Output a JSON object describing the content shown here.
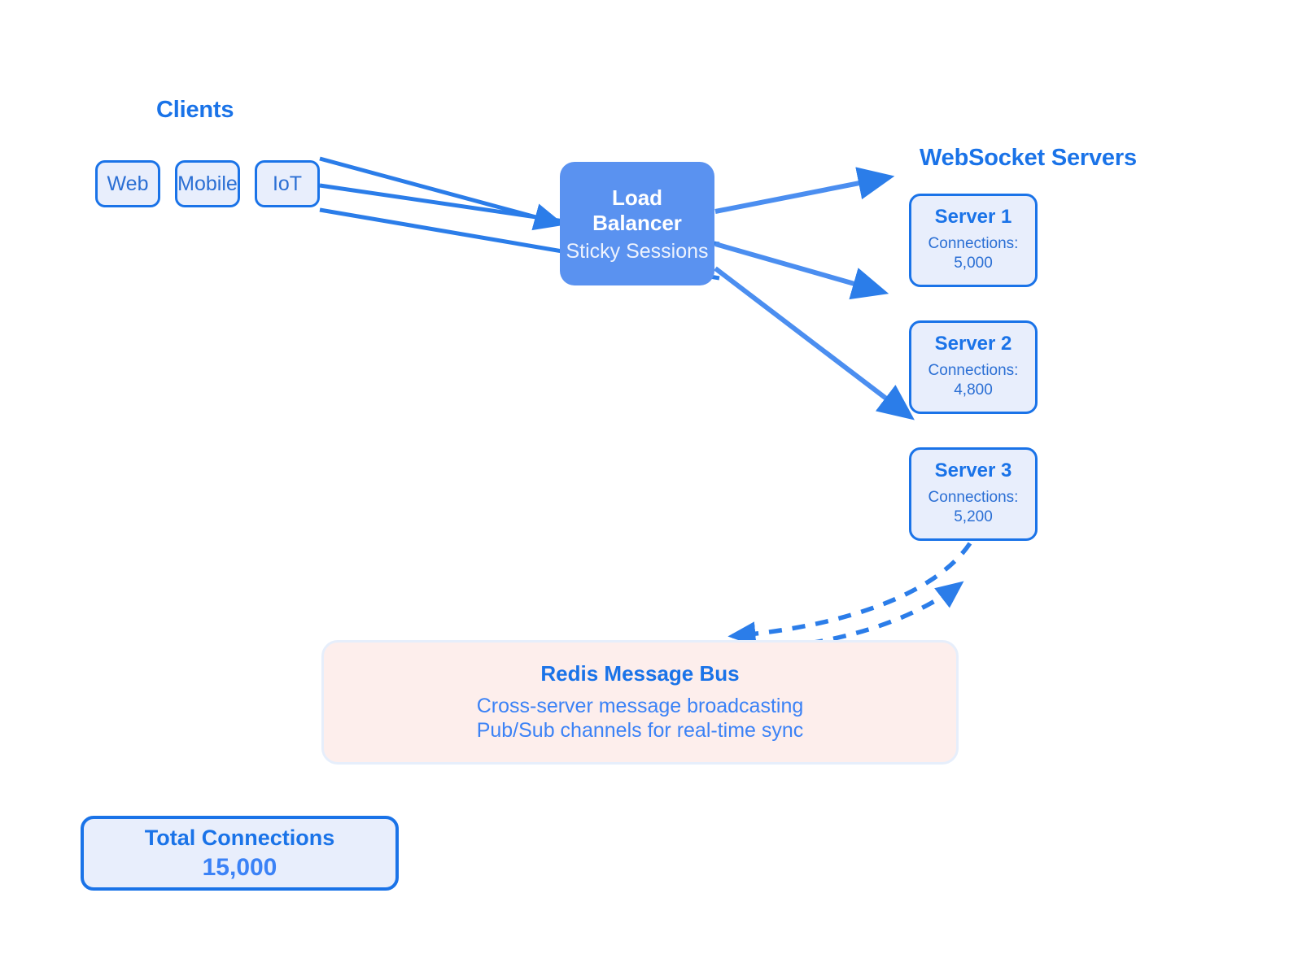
{
  "diagram": {
    "background": "#ffffff",
    "accent_color": "#1a73e8",
    "node_fill": "#e8eefc",
    "lb_fill": "#5a92f0",
    "redis_fill": "#fdeeec"
  },
  "sections": {
    "clients_title": "Clients",
    "servers_title": "WebSocket Servers"
  },
  "clients": [
    {
      "label": "Web"
    },
    {
      "label": "Mobile"
    },
    {
      "label": "IoT"
    }
  ],
  "load_balancer": {
    "title": "Load\nBalancer",
    "subtitle": "Sticky Sessions"
  },
  "servers": [
    {
      "name": "Server 1",
      "connections_label": "Connections:",
      "connections": "5,000"
    },
    {
      "name": "Server 2",
      "connections_label": "Connections:",
      "connections": "4,800"
    },
    {
      "name": "Server 3",
      "connections_label": "Connections:",
      "connections": "5,200"
    }
  ],
  "redis": {
    "title": "Redis Message Bus",
    "description": "Cross-server message broadcasting\nPub/Sub channels for real-time sync"
  },
  "summary": {
    "label": "Total Connections",
    "value": "15,000"
  }
}
